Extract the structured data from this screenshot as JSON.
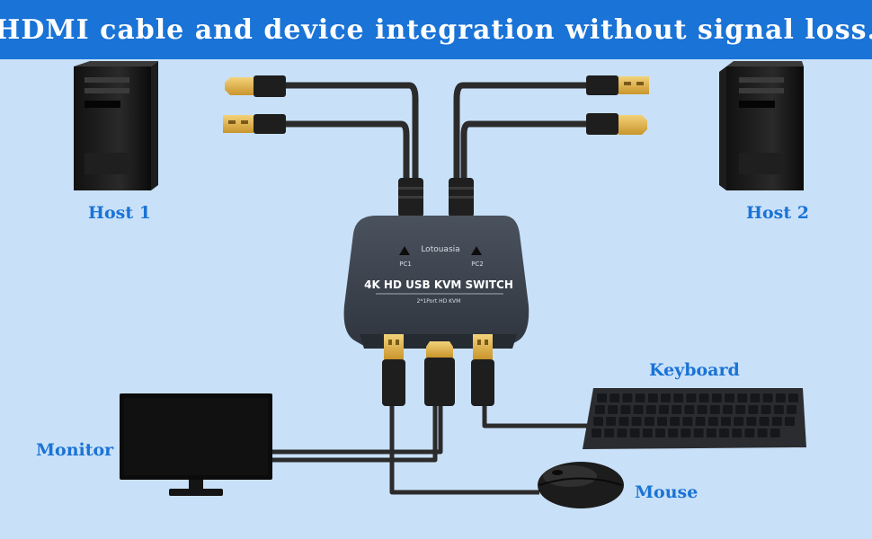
{
  "banner": {
    "title": "HDMI cable and device integration without signal loss."
  },
  "labels": {
    "host1": "Host 1",
    "host2": "Host 2",
    "monitor": "Monitor",
    "keyboard": "Keyboard",
    "mouse": "Mouse"
  },
  "device": {
    "brand": "Lotouasia",
    "port1": "PC1",
    "port2": "PC2",
    "name": "4K HD USB KVM SWITCH",
    "subtitle": "2*1Port HD KVM"
  },
  "colors": {
    "banner": "#1a73d6",
    "background": "#c9e1f8",
    "label": "#1a73d6",
    "cable": "#2b2b2b",
    "switch_body": "#3b4350"
  }
}
